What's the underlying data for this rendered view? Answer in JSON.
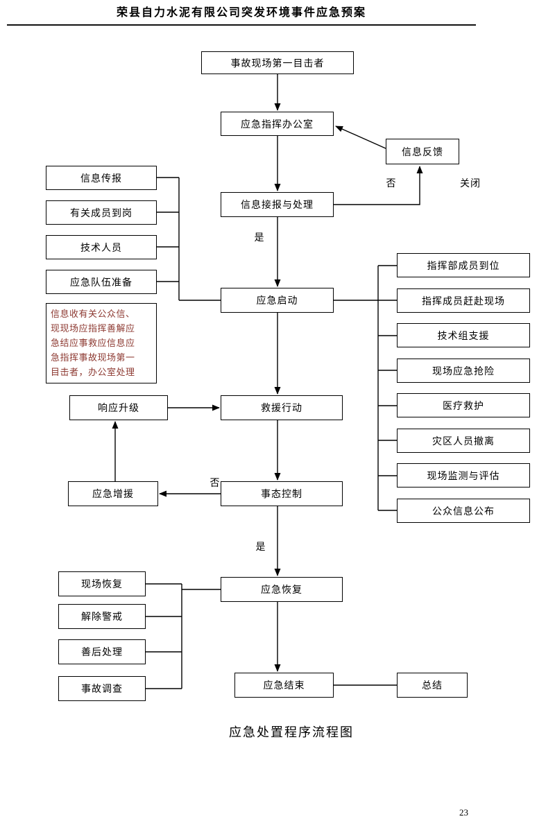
{
  "page": {
    "header_title": "荣县自力水泥有限公司突发环境事件应急预案",
    "caption": "应急处置程序流程图",
    "page_number": "23"
  },
  "colors": {
    "line": "#000000",
    "note_text": "#8d3a32"
  },
  "flowchart": {
    "nodes": {
      "witness": "事故现场第一目击者",
      "command_office": "应急指挥办公室",
      "info_feedback": "信息反馈",
      "info_processing": "信息接报与处理",
      "info_report": "信息传报",
      "members_on_duty": "有关成员到岗",
      "tech_staff": "技术人员",
      "team_prep": "应急队伍准备",
      "note": "信息收有关公众信、\n现现场应指挥善解应\n急结应事救应信息应\n急指挥事故现场第一\n目击者，办公室处理",
      "emergency_start": "应急启动",
      "hq_members": "指挥部成员到位",
      "members_to_scene": "指挥成员赶赴现场",
      "tech_support": "技术组支援",
      "onsite_rescue": "现场应急抢险",
      "medical_aid": "医疗救护",
      "evacuation": "灾区人员撤离",
      "monitoring": "现场监测与评估",
      "public_info": "公众信息公布",
      "response_upgrade": "响应升级",
      "rescue_action": "救援行动",
      "reinforcement": "应急增援",
      "situation_control": "事态控制",
      "recovery": "应急恢复",
      "site_restore": "现场恢复",
      "lift_alert": "解除警戒",
      "aftermath": "善后处理",
      "investigation": "事故调查",
      "emergency_end": "应急结束",
      "summary": "总结"
    },
    "labels": {
      "feedback_no": "否",
      "feedback_close": "关闭",
      "start_yes": "是",
      "control_no": "否",
      "recovery_yes": "是"
    }
  }
}
